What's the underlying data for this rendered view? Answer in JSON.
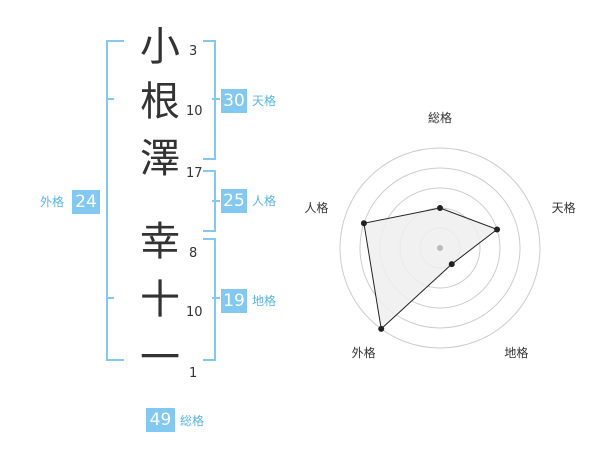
{
  "name_chars": [
    {
      "char": "小",
      "strokes": "3"
    },
    {
      "char": "根",
      "strokes": "10"
    },
    {
      "char": "澤",
      "strokes": "17"
    },
    {
      "char": "幸",
      "strokes": "8"
    },
    {
      "char": "十",
      "strokes": "10"
    },
    {
      "char": "一",
      "strokes": "1"
    }
  ],
  "groups": {
    "tenkaku": {
      "label": "天格",
      "value": "30"
    },
    "jinkaku": {
      "label": "人格",
      "value": "25"
    },
    "chikaku": {
      "label": "地格",
      "value": "19"
    },
    "gaikaku": {
      "label": "外格",
      "value": "24"
    },
    "soukaku": {
      "label": "総格",
      "value": "49"
    }
  },
  "colors": {
    "accent": "#82c8f0",
    "label_blue": "#5ab4e6",
    "radar_fill": "#eeeeee",
    "radar_grid": "#cccccc"
  },
  "chart_data": {
    "type": "radar",
    "axes": [
      "総格",
      "天格",
      "地格",
      "外格",
      "人格"
    ],
    "values": [
      2,
      3,
      1,
      5,
      4
    ],
    "rmax": 5
  }
}
